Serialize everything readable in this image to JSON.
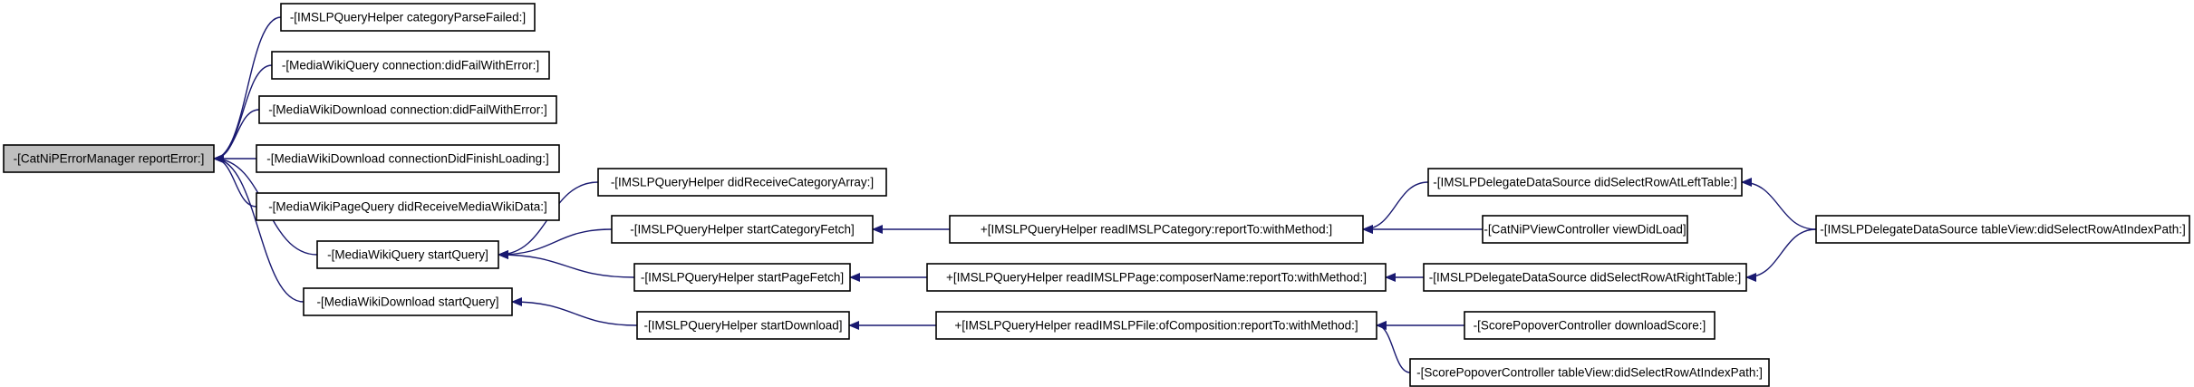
{
  "colors": {
    "edge": "#191970",
    "root_fill": "#bfbfbf",
    "node_fill": "#ffffff",
    "node_border": "#000000"
  },
  "nodes": [
    {
      "id": "n0",
      "label": "-[CatNiPErrorManager reportError:]"
    },
    {
      "id": "n1",
      "label": "-[IMSLPQueryHelper categoryParseFailed:]"
    },
    {
      "id": "n2",
      "label": "-[MediaWikiQuery connection:didFailWithError:]"
    },
    {
      "id": "n3",
      "label": "-[MediaWikiDownload connection:didFailWithError:]"
    },
    {
      "id": "n4",
      "label": "-[MediaWikiDownload connectionDidFinishLoading:]"
    },
    {
      "id": "n5",
      "label": "-[MediaWikiPageQuery didReceiveMediaWikiData:]"
    },
    {
      "id": "n6",
      "label": "-[MediaWikiQuery startQuery]"
    },
    {
      "id": "n7",
      "label": "-[MediaWikiDownload startQuery]"
    },
    {
      "id": "n8",
      "label": "-[IMSLPQueryHelper didReceiveCategoryArray:]"
    },
    {
      "id": "n9",
      "label": "-[IMSLPQueryHelper startCategoryFetch]"
    },
    {
      "id": "n10",
      "label": "-[IMSLPQueryHelper startPageFetch]"
    },
    {
      "id": "n11",
      "label": "-[IMSLPQueryHelper startDownload]"
    },
    {
      "id": "n12",
      "label": "+[IMSLPQueryHelper readIMSLPCategory:reportTo:withMethod:]"
    },
    {
      "id": "n13",
      "label": "+[IMSLPQueryHelper readIMSLPPage:composerName:reportTo:withMethod:]"
    },
    {
      "id": "n14",
      "label": "+[IMSLPQueryHelper readIMSLPFile:ofComposition:reportTo:withMethod:]"
    },
    {
      "id": "n15",
      "label": "-[IMSLPDelegateDataSource didSelectRowAtLeftTable:]"
    },
    {
      "id": "n16",
      "label": "-[CatNiPViewController viewDidLoad]"
    },
    {
      "id": "n17",
      "label": "-[IMSLPDelegateDataSource didSelectRowAtRightTable:]"
    },
    {
      "id": "n18",
      "label": "-[ScorePopoverController downloadScore:]"
    },
    {
      "id": "n19",
      "label": "-[ScorePopoverController tableView:didSelectRowAtIndexPath:]"
    },
    {
      "id": "n20",
      "label": "-[IMSLPDelegateDataSource tableView:didSelectRowAtIndexPath:]"
    }
  ],
  "edges": [
    {
      "from": "n1",
      "to": "n0"
    },
    {
      "from": "n2",
      "to": "n0"
    },
    {
      "from": "n3",
      "to": "n0"
    },
    {
      "from": "n4",
      "to": "n0"
    },
    {
      "from": "n5",
      "to": "n0"
    },
    {
      "from": "n6",
      "to": "n0"
    },
    {
      "from": "n7",
      "to": "n0"
    },
    {
      "from": "n8",
      "to": "n6"
    },
    {
      "from": "n9",
      "to": "n6"
    },
    {
      "from": "n10",
      "to": "n6"
    },
    {
      "from": "n11",
      "to": "n7"
    },
    {
      "from": "n12",
      "to": "n9"
    },
    {
      "from": "n13",
      "to": "n10"
    },
    {
      "from": "n14",
      "to": "n11"
    },
    {
      "from": "n15",
      "to": "n12"
    },
    {
      "from": "n16",
      "to": "n12"
    },
    {
      "from": "n17",
      "to": "n13"
    },
    {
      "from": "n18",
      "to": "n14"
    },
    {
      "from": "n19",
      "to": "n14"
    },
    {
      "from": "n20",
      "to": "n15"
    },
    {
      "from": "n20",
      "to": "n17"
    }
  ]
}
